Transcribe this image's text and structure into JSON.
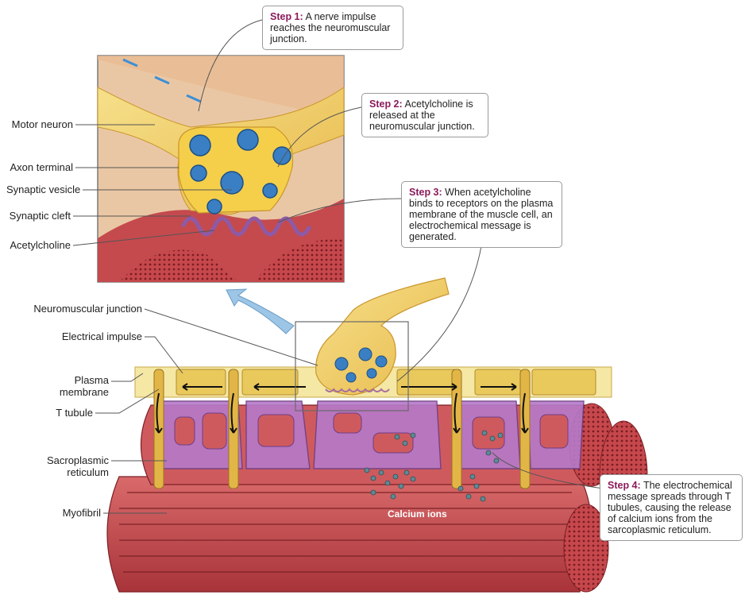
{
  "labels": {
    "motor_neuron": "Motor neuron",
    "axon_terminal": "Axon terminal",
    "synaptic_vesicle": "Synaptic vesicle",
    "synaptic_cleft": "Synaptic cleft",
    "acetylcholine": "Acetylcholine",
    "neuromuscular_junction": "Neuromuscular junction",
    "electrical_impulse": "Electrical impulse",
    "plasma_membrane_line1": "Plasma",
    "plasma_membrane_line2": "membrane",
    "t_tubule": "T tubule",
    "sarcoplasmic_line1": "Sacroplasmic",
    "sarcoplasmic_line2": "reticulum",
    "myofibril": "Myofibril",
    "calcium_ions": "Calcium ions"
  },
  "steps": [
    {
      "title": "Step 1:",
      "text": "A nerve impulse reaches the neuromuscular junction."
    },
    {
      "title": "Step 2:",
      "text": "Acetylcholine is released at the neuromuscular junction."
    },
    {
      "title": "Step 3:",
      "text": "When acetylcholine binds to receptors on the plasma membrane of the muscle cell, an electrochemical message is generated."
    },
    {
      "title": "Step 4:",
      "text": "The electrochemical message spreads through T tubules, causing the release of calcium ions from the sarcoplasmic reticulum."
    }
  ],
  "colors": {
    "neuron_yellow": "#f3d36a",
    "vesicle_blue": "#3a7fc4",
    "muscle_red": "#c44a4e",
    "reticulum_purple": "#b57ac9",
    "step_title": "#8b1a5a"
  }
}
